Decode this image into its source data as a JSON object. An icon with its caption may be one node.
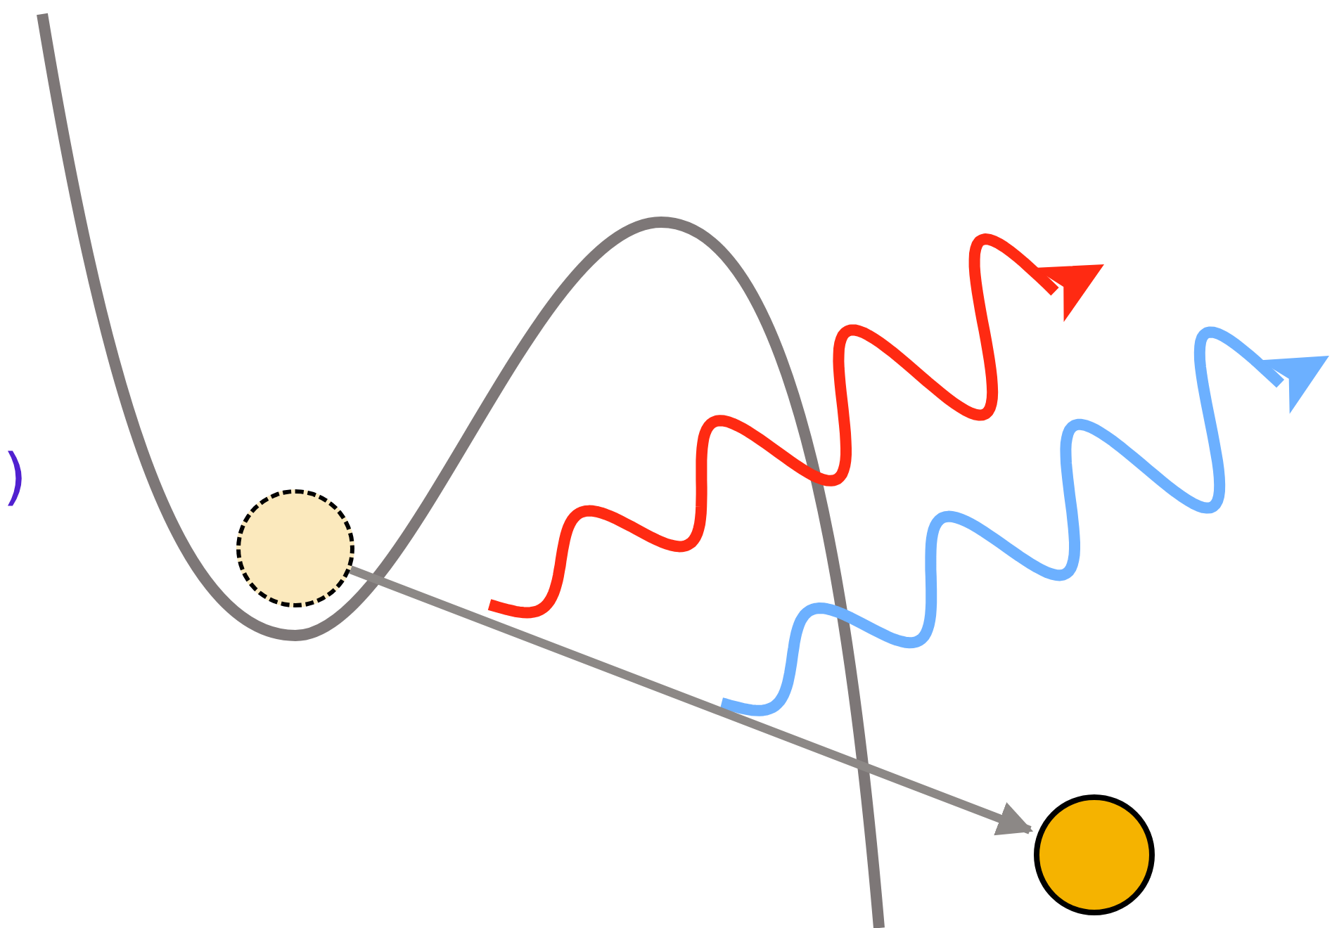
{
  "diagram": {
    "nodes": [
      {
        "text": [],
        "shape": "circle"
      },
      {
        "text": [],
        "shape": "circle"
      }
    ],
    "edges": [
      {
        "from": 0,
        "to": 1,
        "arrow": "to",
        "color": "#8c8886"
      }
    ],
    "labels": [
      ")"
    ]
  }
}
